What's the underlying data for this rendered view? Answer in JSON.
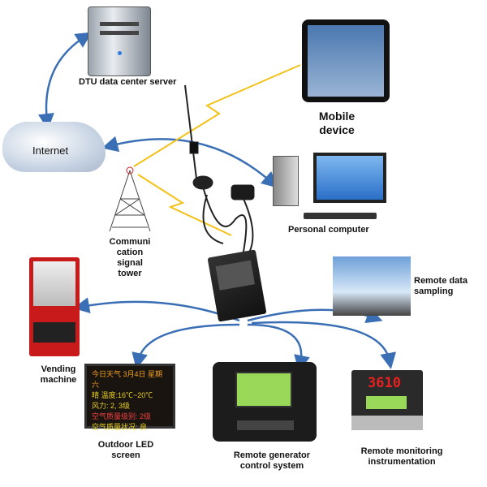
{
  "title": "",
  "nodes": {
    "server": {
      "label": "DTU data center server"
    },
    "internet": {
      "label": "Internet"
    },
    "mobile": {
      "label": "Mobile device"
    },
    "pc": {
      "label": "Personal computer"
    },
    "tower": {
      "label": "Communi cation signal tower"
    },
    "vending": {
      "label": "Vending machine"
    },
    "sampling": {
      "label": "Remote data sampling"
    },
    "led": {
      "label": "Outdoor LED screen",
      "screen_lines": [
        "今日天气 3月4日 星期六",
        "晴 温度:16℃~20℃",
        "风力: 2, 3级",
        "空气质量级别: 2级",
        "空气质量状况: 良"
      ]
    },
    "generator": {
      "label": "Remote generator control system"
    },
    "instrument": {
      "label": "Remote monitoring instrumentation",
      "display": "3610"
    }
  },
  "colors": {
    "arrow": "#3a6fb5",
    "signal": "#f2c21a"
  }
}
